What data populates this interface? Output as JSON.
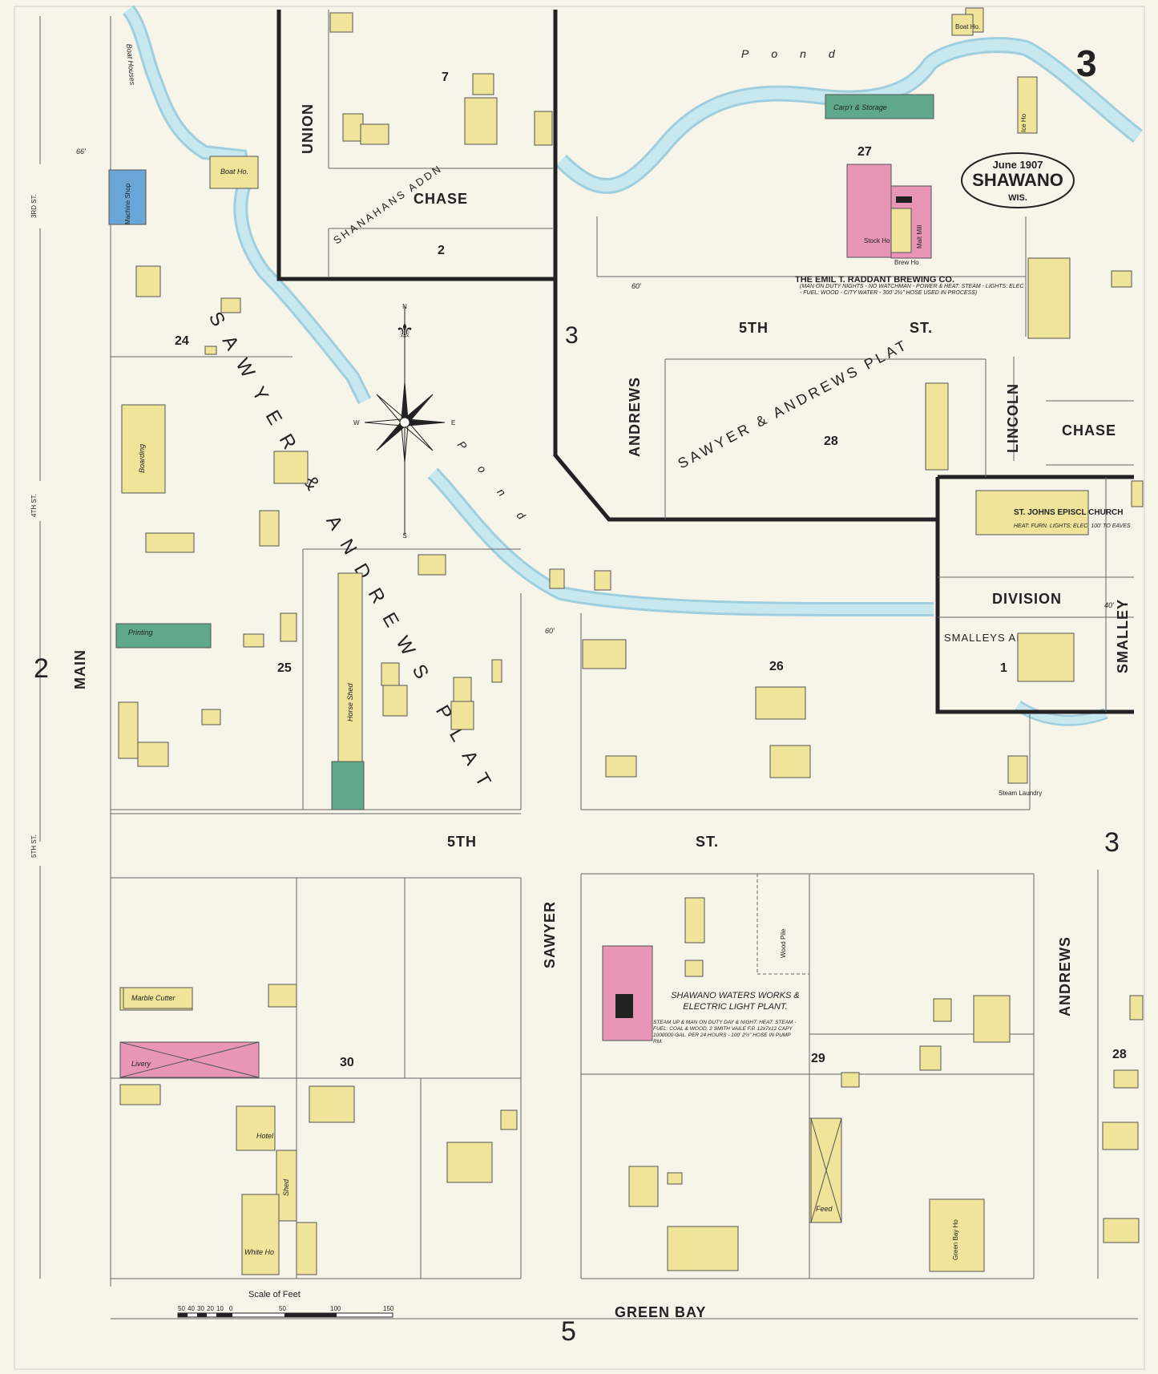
{
  "sheet": {
    "number": "3",
    "date": "June 1907",
    "town": "SHAWANO",
    "state": "WIS."
  },
  "colors": {
    "paper": "#f7f4ea",
    "water": "#bfe0ea",
    "frame_brick": "#efe49a",
    "brick": "#e895b8",
    "stone": "#6aa7d8",
    "special": "#5fa98a"
  },
  "streets": {
    "main": "MAIN",
    "third": "3RD ST.",
    "fourth": "4TH ST.",
    "fifth_left": "5TH ST.",
    "fifth_mid": "5TH",
    "fifth_mid_st": "ST.",
    "fifth_top": "5TH",
    "fifth_top_st": "ST.",
    "union": "UNION",
    "chase_top": "CHASE",
    "chase_right": "CHASE",
    "andrews_upper": "ANDREWS",
    "andrews_lower": "ANDREWS",
    "lincoln": "LINCOLN",
    "division": "DIVISION",
    "smalley": "SMALLEY",
    "sawyer": "SAWYER",
    "green_bay": "GREEN BAY"
  },
  "plats": {
    "sawyer_andrews_big": "SAWYER & ANDREWS PLAT",
    "sawyer_andrews_upper": "SAWYER & ANDREWS PLAT",
    "shanahans": "SHANAHANS ADDN",
    "smalleys": "SMALLEYS ADDN"
  },
  "water": {
    "pond_label_top": "Pond",
    "pond_label_mid": "Pond",
    "boat_house_label": "Boat Houses"
  },
  "blocks": [
    "24",
    "25",
    "26",
    "27",
    "28",
    "28",
    "29",
    "30",
    "7",
    "2",
    "1"
  ],
  "adjoining_sheets": [
    "2",
    "3",
    "3",
    "5"
  ],
  "buildings": {
    "boat_ho_1": "Boat Ho.",
    "boat_ho_2": "Boat Ho.",
    "carp_storage": "Carp'r & Storage",
    "ice_ho": "Ice Ho",
    "machine_shop": "Machine Shop",
    "boarding": "Boarding",
    "printing": "Printing",
    "horse_shed": "Horse Shed",
    "marble_cutter": "Marble Cutter",
    "livery": "Livery",
    "hotel": "Hotel",
    "shed": "Shed",
    "white_ho": "White Ho",
    "feed": "Feed",
    "green_bay_ho": "Green Bay Ho",
    "steam_laundry": "Steam Laundry",
    "stock_ho": "Stock Ho",
    "brew_ho": "Brew Ho",
    "malt_mill": "Malt Mill",
    "wood_pile": "Wood Pile"
  },
  "brewery": {
    "name": "THE EMIL T. RADDANT BREWING CO.",
    "note": "(MAN ON DUTY NIGHTS - NO WATCHMAN - POWER & HEAT: STEAM - LIGHTS: ELEC - FUEL: WOOD - CITY WATER - 300' 2½\" HOSE USED IN PROCESS)"
  },
  "waterworks": {
    "name": "SHAWANO WATERS WORKS & ELECTRIC LIGHT PLANT.",
    "note": "STEAM UP & MAN ON DUTY DAY & NIGHT. HEAT: STEAM - FUEL: COAL & WOOD. 2 SMITH VAILE F.P. 12x7x12 CAPY 1000000 GAL. PER 24 HOURS - 100' 2½\" HOSE IN PUMP RM."
  },
  "church": {
    "name": "ST. JOHNS EPISCL CHURCH",
    "note": "HEAT: FURN. LIGHTS: ELEC. 100' TO EAVES"
  },
  "scale": {
    "label": "Scale of Feet",
    "ticks": [
      "50",
      "40",
      "30",
      "20",
      "10",
      "0",
      "50",
      "100",
      "150"
    ]
  },
  "dims": {
    "d60a": "60'",
    "d60b": "60'",
    "d66": "66'",
    "d40": "40'"
  },
  "compass": {
    "n": "N",
    "s": "S",
    "e": "E",
    "w": "W"
  }
}
